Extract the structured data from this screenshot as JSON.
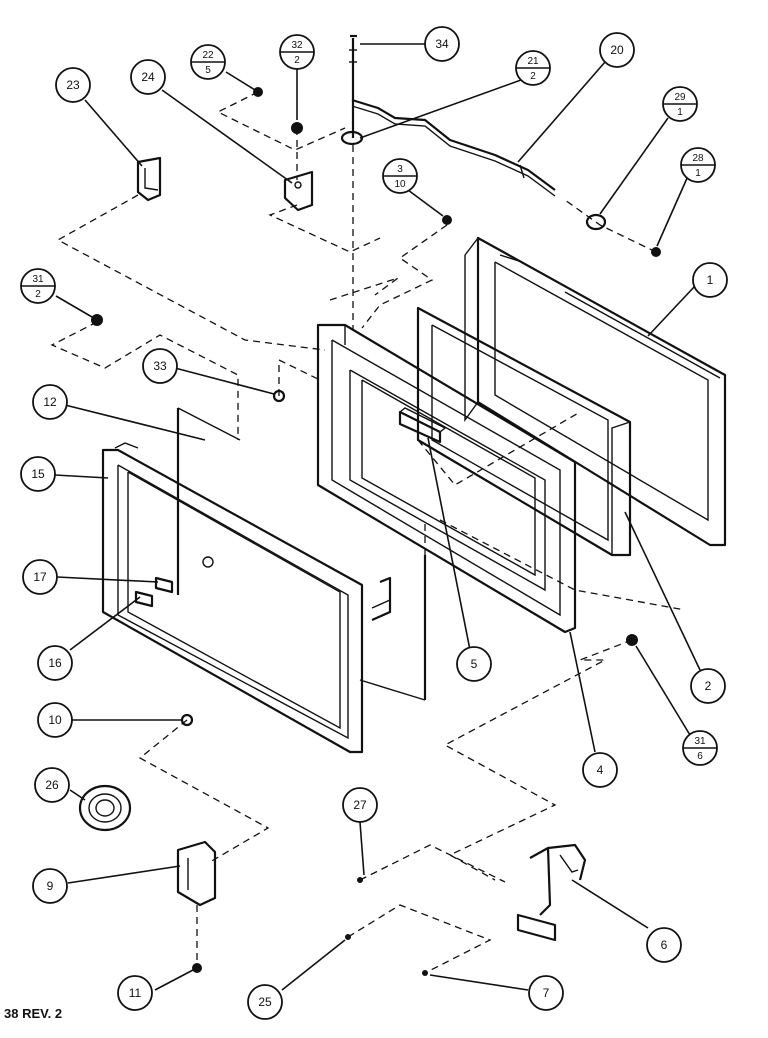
{
  "callouts": [
    {
      "id": "c-34",
      "label": "34"
    },
    {
      "id": "c-20",
      "label": "20"
    },
    {
      "id": "c-23",
      "label": "23"
    },
    {
      "id": "c-24",
      "label": "24"
    },
    {
      "id": "c-1",
      "label": "1"
    },
    {
      "id": "c-33",
      "label": "33"
    },
    {
      "id": "c-12",
      "label": "12"
    },
    {
      "id": "c-15",
      "label": "15"
    },
    {
      "id": "c-17",
      "label": "17"
    },
    {
      "id": "c-16",
      "label": "16"
    },
    {
      "id": "c-5",
      "label": "5"
    },
    {
      "id": "c-2",
      "label": "2"
    },
    {
      "id": "c-4",
      "label": "4"
    },
    {
      "id": "c-10",
      "label": "10"
    },
    {
      "id": "c-26",
      "label": "26"
    },
    {
      "id": "c-27",
      "label": "27"
    },
    {
      "id": "c-9",
      "label": "9"
    },
    {
      "id": "c-6",
      "label": "6"
    },
    {
      "id": "c-11",
      "label": "11"
    },
    {
      "id": "c-25",
      "label": "25"
    },
    {
      "id": "c-7",
      "label": "7"
    }
  ],
  "fraction_callouts": [
    {
      "id": "f-22-5",
      "top": "22",
      "bottom": "5"
    },
    {
      "id": "f-32-2",
      "top": "32",
      "bottom": "2"
    },
    {
      "id": "f-21-2",
      "top": "21",
      "bottom": "2"
    },
    {
      "id": "f-29-1",
      "top": "29",
      "bottom": "1"
    },
    {
      "id": "f-28-1",
      "top": "28",
      "bottom": "1"
    },
    {
      "id": "f-3-10",
      "top": "3",
      "bottom": "10"
    },
    {
      "id": "f-31-2",
      "top": "31",
      "bottom": "2"
    },
    {
      "id": "f-31-6",
      "top": "31",
      "bottom": "6"
    }
  ],
  "revision": "38 REV. 2"
}
